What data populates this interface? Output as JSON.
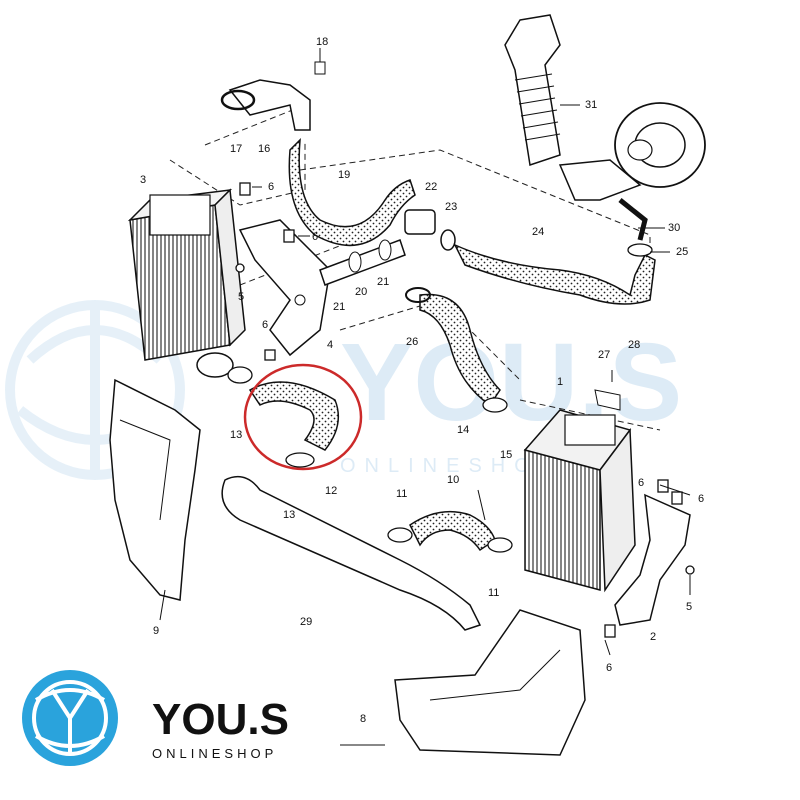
{
  "watermark": {
    "name": "YOU.S",
    "tagline": "ONLINESHOP"
  },
  "brand": {
    "name": "YOU.S",
    "tagline": "ONLINESHOP",
    "color": "#2aa3dc"
  },
  "highlight_color": "#cc2a2a",
  "part_labels": [
    {
      "id": "p18",
      "text": "18"
    },
    {
      "id": "p17",
      "text": "17"
    },
    {
      "id": "p16",
      "text": "16"
    },
    {
      "id": "p31",
      "text": "31"
    },
    {
      "id": "p3",
      "text": "3"
    },
    {
      "id": "p6a",
      "text": "6"
    },
    {
      "id": "p6b",
      "text": "6"
    },
    {
      "id": "p19",
      "text": "19"
    },
    {
      "id": "p22",
      "text": "22"
    },
    {
      "id": "p23",
      "text": "23"
    },
    {
      "id": "p24",
      "text": "24"
    },
    {
      "id": "p30",
      "text": "30"
    },
    {
      "id": "p25",
      "text": "25"
    },
    {
      "id": "p5a",
      "text": "5"
    },
    {
      "id": "p21a",
      "text": "21"
    },
    {
      "id": "p20",
      "text": "20"
    },
    {
      "id": "p21b",
      "text": "21"
    },
    {
      "id": "p6c",
      "text": "6"
    },
    {
      "id": "p4",
      "text": "4"
    },
    {
      "id": "p26",
      "text": "26"
    },
    {
      "id": "p27",
      "text": "27"
    },
    {
      "id": "p28",
      "text": "28"
    },
    {
      "id": "p1",
      "text": "1"
    },
    {
      "id": "p13a",
      "text": "13"
    },
    {
      "id": "p14",
      "text": "14"
    },
    {
      "id": "p15",
      "text": "15"
    },
    {
      "id": "p12",
      "text": "12"
    },
    {
      "id": "p13b",
      "text": "13"
    },
    {
      "id": "p10",
      "text": "10"
    },
    {
      "id": "p11a",
      "text": "11"
    },
    {
      "id": "p11b",
      "text": "11"
    },
    {
      "id": "p6d",
      "text": "6"
    },
    {
      "id": "p6e",
      "text": "6"
    },
    {
      "id": "p5b",
      "text": "5"
    },
    {
      "id": "p29",
      "text": "29"
    },
    {
      "id": "p9",
      "text": "9"
    },
    {
      "id": "p2",
      "text": "2"
    },
    {
      "id": "p6f",
      "text": "6"
    },
    {
      "id": "p8",
      "text": "8"
    }
  ]
}
